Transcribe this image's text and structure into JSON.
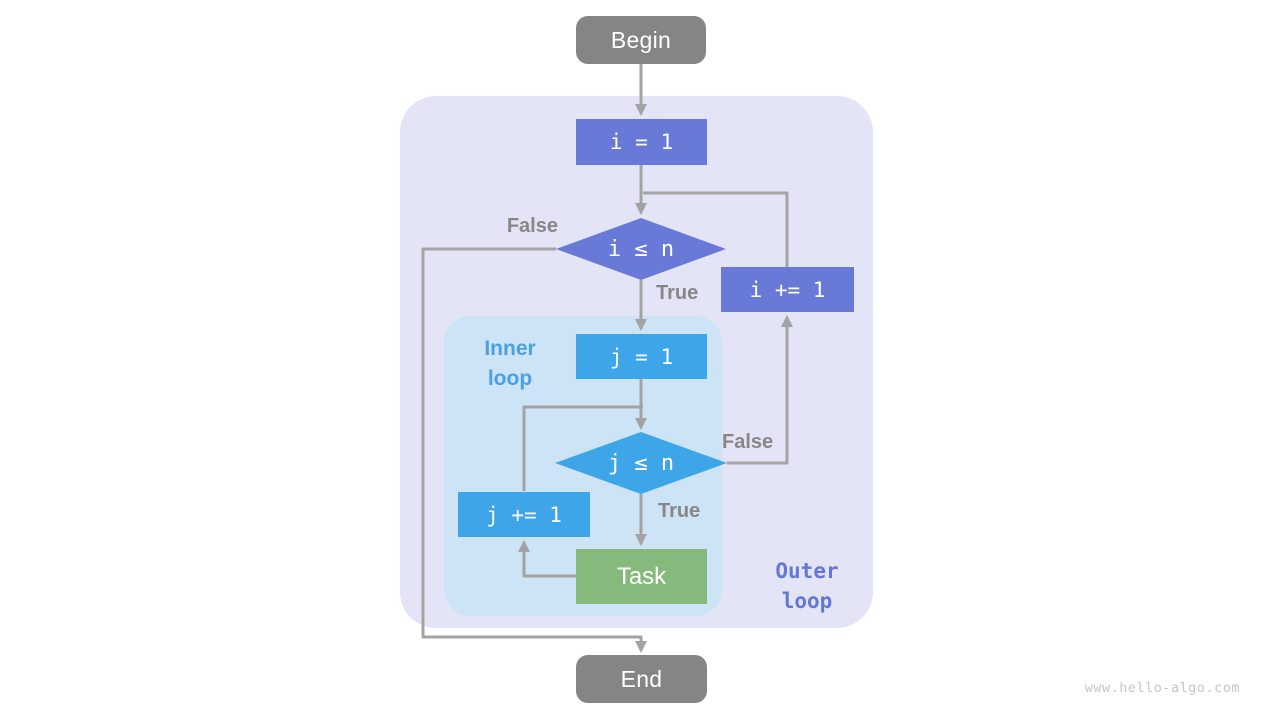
{
  "watermark": "www.hello-algo.com",
  "colors": {
    "outer_container_bg": "#e3e5f7",
    "inner_container_bg": "#cde4f6",
    "terminal_bg": "#858585",
    "outer_node_bg": "#6879d7",
    "inner_node_bg": "#3da5e8",
    "task_bg": "#85ba7c",
    "node_text": "#ffffff",
    "edge": "#a3a3a3",
    "edge_label": "#878787",
    "inner_label": "#48a0e7",
    "outer_label": "#6577d5",
    "watermark_color": "#c6c6c6"
  },
  "nodes": {
    "begin": "Begin",
    "init_i": "i = 1",
    "cond_i": "i ≤ n",
    "inc_i": "i += 1",
    "init_j": "j = 1",
    "cond_j": "j ≤ n",
    "inc_j": "j += 1",
    "task": "Task",
    "end": "End"
  },
  "containers": {
    "inner": {
      "line1": "Inner",
      "line2": "loop"
    },
    "outer": {
      "line1": "Outer",
      "line2": "loop"
    }
  },
  "edge_labels": {
    "outer_false": "False",
    "outer_true": "True",
    "inner_false": "False",
    "inner_true": "True"
  }
}
